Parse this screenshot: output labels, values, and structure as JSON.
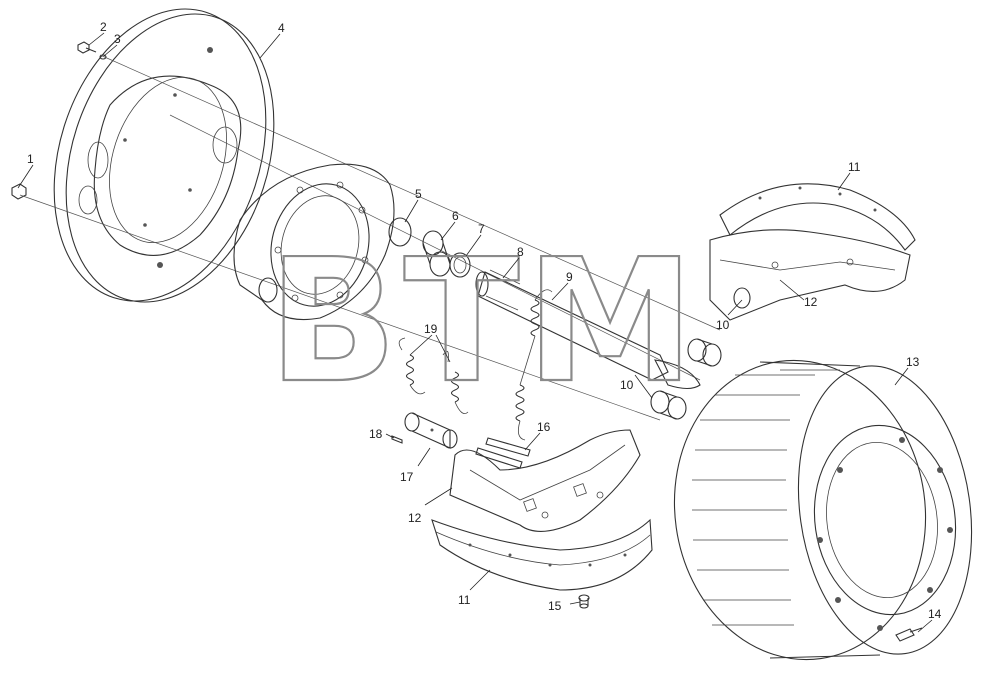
{
  "watermark": "BTM",
  "callouts": [
    {
      "id": "c1",
      "text": "1"
    },
    {
      "id": "c2",
      "text": "2"
    },
    {
      "id": "c3",
      "text": "3"
    },
    {
      "id": "c4",
      "text": "4"
    },
    {
      "id": "c5",
      "text": "5"
    },
    {
      "id": "c6",
      "text": "6"
    },
    {
      "id": "c7",
      "text": "7"
    },
    {
      "id": "c8",
      "text": "8"
    },
    {
      "id": "c9",
      "text": "9"
    },
    {
      "id": "c10a",
      "text": "10"
    },
    {
      "id": "c10b",
      "text": "10"
    },
    {
      "id": "c11a",
      "text": "11"
    },
    {
      "id": "c11b",
      "text": "11"
    },
    {
      "id": "c12a",
      "text": "12"
    },
    {
      "id": "c12b",
      "text": "12"
    },
    {
      "id": "c13",
      "text": "13"
    },
    {
      "id": "c14",
      "text": "14"
    },
    {
      "id": "c15",
      "text": "15"
    },
    {
      "id": "c16",
      "text": "16"
    },
    {
      "id": "c17",
      "text": "17"
    },
    {
      "id": "c18",
      "text": "18"
    },
    {
      "id": "c19",
      "text": "19"
    }
  ]
}
